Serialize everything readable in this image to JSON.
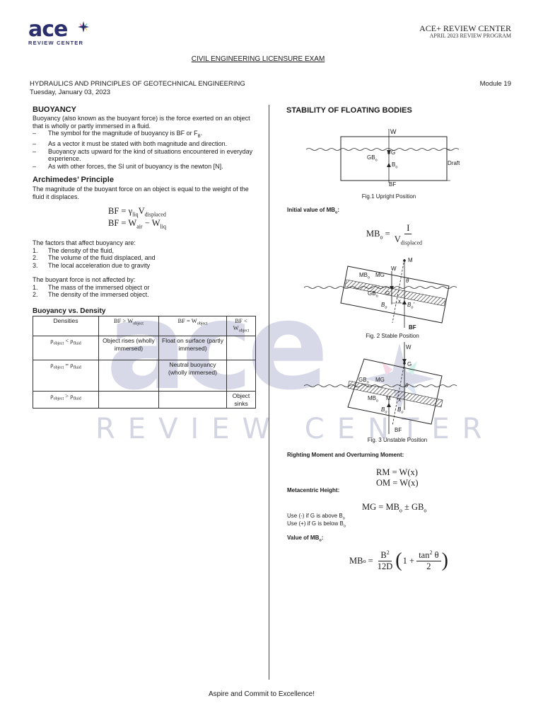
{
  "header": {
    "logo_word": "ace",
    "logo_sub": "REVIEW CENTER",
    "org": "ACE+ REVIEW CENTER",
    "program": "APRIL 2023 REVIEW PROGRAM",
    "exam_title": "CIVIL ENGINEERING LICENSURE EXAM",
    "subject": "HYDRAULICS AND PRINCIPLES OF GEOTECHNICAL ENGINEERING",
    "date": "Tuesday, January 03, 2023",
    "module": "Module 19"
  },
  "watermark": {
    "word": "ace",
    "sub": "REVIEW CENTER"
  },
  "left": {
    "buoyancy_title": "BUOYANCY",
    "buoyancy_def": "Buoyancy (also known as the buoyant force) is the force exerted on an object that is wholly or partly immersed in a fluid.",
    "bullets": [
      "The symbol for the magnitude of buoyancy is BF or F",
      "As a vector it must be stated with both magnitude and direction.",
      "Buoyancy acts upward for the kind of situations encountered in everyday experience.",
      "As with other forces, the SI unit of buoyancy is the newton [N]."
    ],
    "bullet1_sub": "B",
    "archimedes_title": "Archimedes’ Principle",
    "archimedes_def": "The magnitude of the buoyant force on an object is equal to the weight of the fluid it displaces.",
    "eq1": {
      "lhs": "BF",
      "sym": "γ",
      "sub1": "liq",
      "v": "V",
      "sub2": "displaced"
    },
    "eq2": {
      "lhs": "BF",
      "w1": "W",
      "sub1": "air",
      "w2": "W",
      "sub2": "liq"
    },
    "factors_intro": "The factors that affect buoyancy are:",
    "factors": [
      {
        "n": "1.",
        "t": "The density of the fluid,"
      },
      {
        "n": "2.",
        "t": "The volume of the fluid displaced, and"
      },
      {
        "n": "3.",
        "t": "The local acceleration due to gravity"
      }
    ],
    "not_affected_intro": "The buoyant force is not affected by:",
    "not_affected": [
      {
        "n": "1.",
        "t": "The mass of the immersed object or"
      },
      {
        "n": "2.",
        "t": "The density of the immersed object."
      }
    ],
    "table_title": "Buoyancy vs. Density",
    "table": {
      "headers": [
        "Densities",
        "BF > W",
        "BF = W",
        "BF < W"
      ],
      "header_sub": "object",
      "rows": [
        {
          "rho_a": "ρ",
          "sub_a": "object",
          "op": "<",
          "rho_b": "ρ",
          "sub_b": "fluid",
          "c1": "Object rises (wholly immersed)",
          "c2": "Float on surface (partly immersed)",
          "c3": ""
        },
        {
          "rho_a": "ρ",
          "sub_a": "object",
          "op": "=",
          "rho_b": "ρ",
          "sub_b": "fluid",
          "c1": "",
          "c2": "Neutral buoyancy (wholly immersed)",
          "c3": ""
        },
        {
          "rho_a": "ρ",
          "sub_a": "object",
          "op": ">",
          "rho_b": "ρ",
          "sub_b": "fluid",
          "c1": "",
          "c2": "",
          "c3": "Object sinks"
        }
      ]
    }
  },
  "right": {
    "title": "STABILITY OF FLOATING BODIES",
    "fig1": {
      "caption": "Fig.1 Upright Position",
      "W": "W",
      "G": "G",
      "GB": "GB",
      "Bo": "B",
      "sub_o": "o",
      "BF": "BF",
      "draft": "Draft"
    },
    "initial_label": "Initial value of MB",
    "label_sub": "o",
    "eq_mb_lhs": "MB",
    "eq_mb_num": "I",
    "eq_mb_den": "V",
    "eq_mb_den_sub": "displaced",
    "fig2": {
      "caption": "Fig. 2 Stable Position",
      "M": "M",
      "W": "W",
      "MB": "MB",
      "MG": "MG",
      "GB": "GB",
      "G": "G",
      "x": "x",
      "Bo": "B",
      "Bo2": "B",
      "prime": "’",
      "theta": "θ",
      "BF": "BF"
    },
    "fig3": {
      "caption": "Fig. 3 Unstable Position",
      "W": "W",
      "G": "G",
      "GB": "GB",
      "MG": "MG",
      "MB": "MB",
      "M": "M",
      "x": "x",
      "Bo": "B",
      "prime": "’",
      "theta": "θ",
      "BF": "BF"
    },
    "righting_title": "Righting Moment and Overturning Moment:",
    "rm": "RM = W(x)",
    "om": "OM = W(x)",
    "metacentric_title": "Metacentric Height:",
    "mg_eq": {
      "lhs": "MG",
      "mb": "MB",
      "pm": "±",
      "gb": "GB"
    },
    "use_minus": "Use (-) if G is above B",
    "use_plus": "Use (+) if G is below B",
    "value_title": "Value of MB",
    "mb_value": {
      "num": "B",
      "num_sup": "2",
      "den": "12D",
      "inner": "1 +",
      "tan": "tan",
      "tan_sup": "2",
      "theta": "θ",
      "two": "2"
    }
  },
  "footer": {
    "motto": "Aspire and Commit to Excellence!"
  }
}
